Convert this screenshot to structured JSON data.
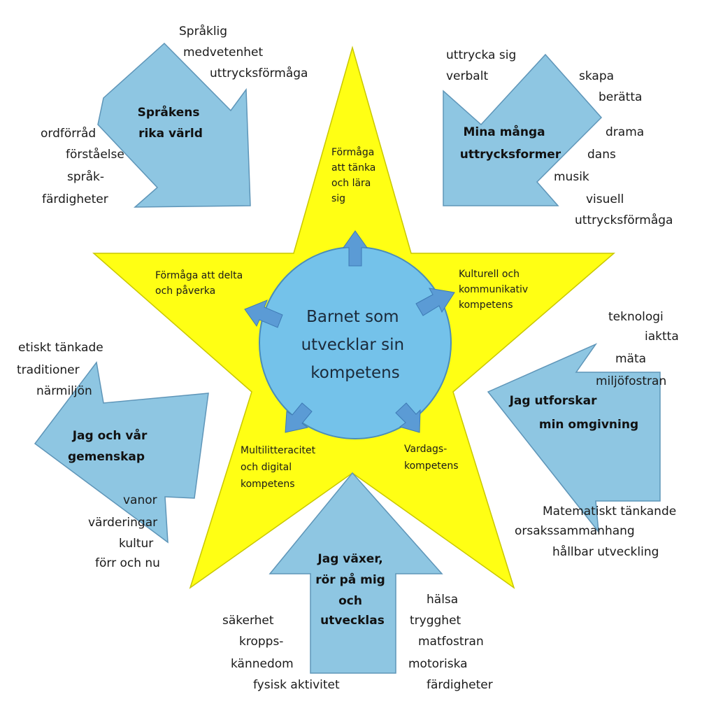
{
  "colors": {
    "star_fill": "#FFFF14",
    "star_stroke": "#C9C700",
    "arrow_fill": "#8EC6E2",
    "arrow_stroke": "#5E95B8",
    "circle_fill": "#74C2EA",
    "circle_stroke": "#4B8DB8",
    "small_arrow_fill": "#5B9BD5",
    "small_arrow_stroke": "#3E7AB5"
  },
  "center": {
    "lines": [
      "Barnet som",
      "utvecklar sin",
      "kompetens"
    ]
  },
  "star_labels": {
    "top": [
      "Förmåga",
      "att tänka",
      "och lära",
      "sig"
    ],
    "upper_left": [
      "Förmåga att delta",
      "och påverka"
    ],
    "upper_right": [
      "Kulturell och",
      "kommunikativ",
      "kompetens"
    ],
    "lower_left": [
      "Multilitteracitet",
      "och digital",
      "kompetens"
    ],
    "lower_right": [
      "Vardags-",
      "kompetens"
    ]
  },
  "areas": {
    "sprakens": {
      "title": [
        "Språkens",
        "rika värld"
      ],
      "words_top": [
        "Språklig",
        "medvetenhet",
        "uttrycksförmåga"
      ],
      "words_left": [
        "ordförråd",
        "förståelse",
        "språk-",
        "färdigheter"
      ]
    },
    "uttrycksformer": {
      "title": [
        "Mina många",
        "uttrycksformer"
      ],
      "words_top_left": [
        "uttrycka sig",
        "verbalt"
      ],
      "words_right": [
        "skapa",
        "berätta",
        "drama",
        "dans",
        "musik",
        "visuell",
        "uttrycksförmåga"
      ]
    },
    "utforskar": {
      "title": [
        "Jag utforskar",
        "min omgivning"
      ],
      "words_top": [
        "teknologi",
        "iaktta",
        "mäta",
        "miljöfostran"
      ],
      "words_bottom": [
        "Matematiskt tänkande",
        "orsakssammanhang",
        "hållbar utveckling"
      ]
    },
    "vaxer": {
      "title": [
        "Jag växer,",
        "rör på mig",
        "och",
        "utvecklas"
      ],
      "words_left": [
        "säkerhet",
        "kropps-",
        "kännedom",
        "fysisk aktivitet"
      ],
      "words_right": [
        "hälsa",
        "trygghet",
        "matfostran",
        "motoriska",
        "färdigheter"
      ]
    },
    "gemenskap": {
      "title": [
        "Jag och vår",
        "gemenskap"
      ],
      "words_top": [
        "etiskt tänkade",
        "traditioner",
        "närmiljön"
      ],
      "words_bottom": [
        "vanor",
        "värderingar",
        "kultur",
        "förr och nu"
      ]
    }
  }
}
